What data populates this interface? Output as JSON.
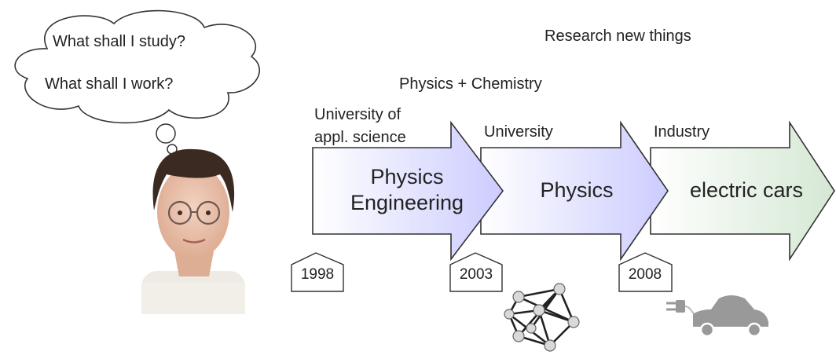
{
  "thoughts": [
    "What shall I study?",
    "What shall I work?"
  ],
  "stages": [
    {
      "label_above": [
        "University of",
        "appl. science"
      ],
      "content": [
        "Physics",
        "Engineering"
      ],
      "year": "1998"
    },
    {
      "label_above": [
        "University"
      ],
      "content": [
        "Physics"
      ],
      "year": "2003"
    },
    {
      "label_above": [
        "Industry"
      ],
      "content": [
        "electric cars"
      ],
      "year": "2008"
    }
  ],
  "captions": {
    "chemistry": "Physics + Chemistry",
    "research": "Research new things"
  },
  "icons": {
    "portrait": "person-portrait",
    "network": "molecule-network-icon",
    "car": "electric-car-icon"
  },
  "colors": {
    "arrow_blue": "#ccccff",
    "arrow_green": "#d5e8d4",
    "outline": "#333333"
  }
}
